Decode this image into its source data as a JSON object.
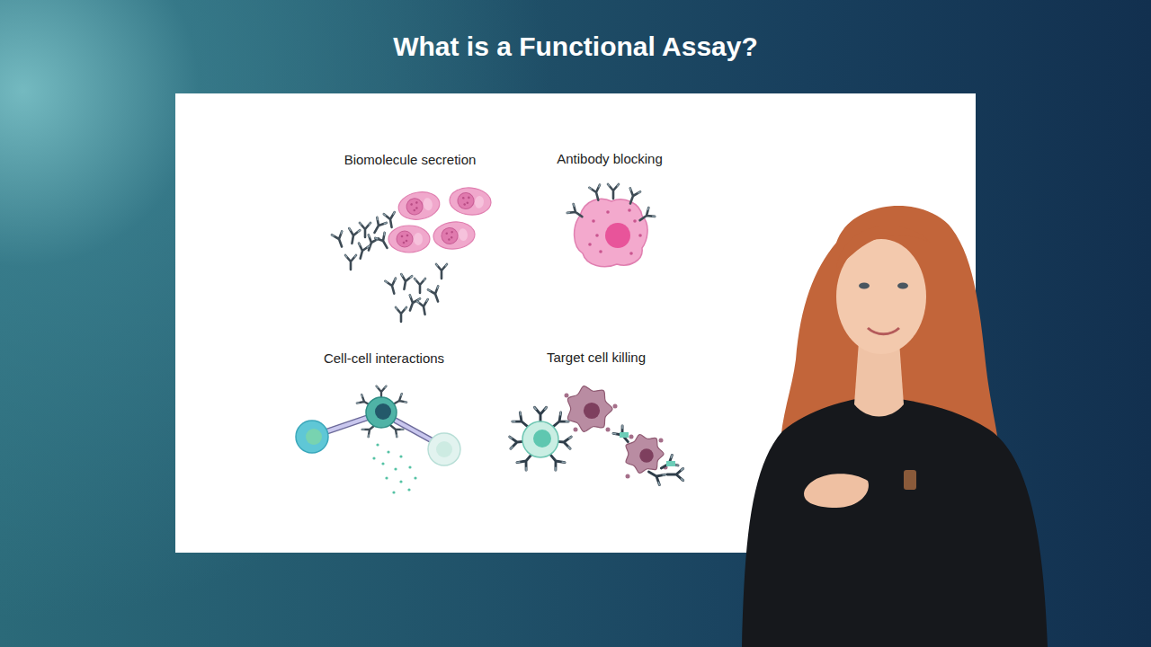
{
  "diagram": {
    "title": "What is a Functional Assay?",
    "labels": [
      "Biomolecule secretion",
      "Antibody blocking",
      "Cell-cell interactions",
      "Target cell killing"
    ]
  }
}
